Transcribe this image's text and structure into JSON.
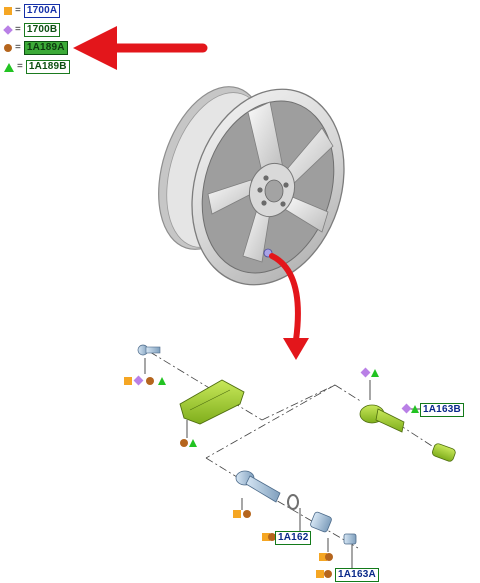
{
  "legend": [
    {
      "symbol": "square",
      "icon": "orange-square-icon",
      "equals": "=",
      "code": "1700A",
      "style": "blue",
      "color": "#f5a623"
    },
    {
      "symbol": "diamond",
      "icon": "purple-diamond-icon",
      "equals": "=",
      "code": "1700B",
      "style": "green",
      "color": "#b980e6"
    },
    {
      "symbol": "circle",
      "icon": "brown-circle-icon",
      "equals": "=",
      "code": "1A189A",
      "style": "fill",
      "color": "#b5651d"
    },
    {
      "symbol": "triangle",
      "icon": "green-triangle-icon",
      "equals": "=",
      "code": "1A189B",
      "style": "green",
      "color": "#22c322"
    }
  ],
  "callouts": {
    "valve_cap": "1A163B",
    "valve_stem": "1A162",
    "valve_core": "1A163A"
  },
  "icons": {
    "pointer_arrow": "red-arrow-icon",
    "curved_arrow": "red-curved-arrow-icon",
    "wheel": "alloy-wheel-icon"
  }
}
